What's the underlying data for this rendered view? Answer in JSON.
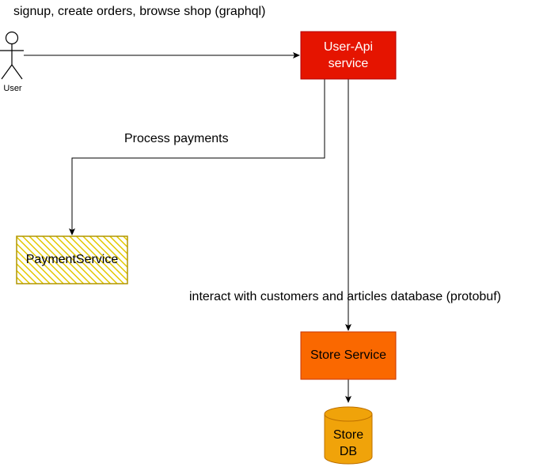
{
  "colors": {
    "user_api_fill": "#e51400",
    "user_api_stroke": "#b20000",
    "payment_fill": "#e3c800",
    "payment_stroke": "#b09500",
    "store_service_fill": "#fa6800",
    "store_service_stroke": "#c73500",
    "store_db_fill": "#f0a30a",
    "store_db_stroke": "#bd7000",
    "edge": "#000000"
  },
  "actor": {
    "label": "User",
    "icon": "stick-figure-icon"
  },
  "nodes": {
    "user_api": {
      "label": "User-Api\nservice"
    },
    "payment_service": {
      "label": "PaymentService",
      "fill_style": "hatched"
    },
    "store_service": {
      "label": "Store Service"
    },
    "store_db": {
      "label": "Store\nDB",
      "shape": "cylinder"
    }
  },
  "edges": {
    "user_to_api": {
      "label": "signup, create orders, browse shop (graphql)"
    },
    "api_to_payment": {
      "label": "Process payments"
    },
    "api_to_store": {
      "label": "interact with customers and articles database (protobuf)"
    },
    "store_to_db": {
      "label": ""
    }
  }
}
